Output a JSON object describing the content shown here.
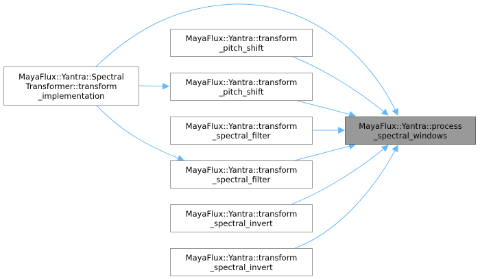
{
  "graph": {
    "target": {
      "line1": "MayaFlux::Yantra::process",
      "line2": "_spectral_windows"
    },
    "root": {
      "line1": "MayaFlux::Yantra::Spectral",
      "line2": "Transformer::transform",
      "line3": "_implementation"
    },
    "callers": [
      {
        "line1": "MayaFlux::Yantra::transform",
        "line2": "_pitch_shift"
      },
      {
        "line1": "MayaFlux::Yantra::transform",
        "line2": "_pitch_shift"
      },
      {
        "line1": "MayaFlux::Yantra::transform",
        "line2": "_spectral_filter"
      },
      {
        "line1": "MayaFlux::Yantra::transform",
        "line2": "_spectral_filter"
      },
      {
        "line1": "MayaFlux::Yantra::transform",
        "line2": "_spectral_invert"
      },
      {
        "line1": "MayaFlux::Yantra::transform",
        "line2": "_spectral_invert"
      }
    ],
    "colors": {
      "edge": "#63b8ff",
      "target_fill": "#999999",
      "border": "#999999"
    }
  }
}
